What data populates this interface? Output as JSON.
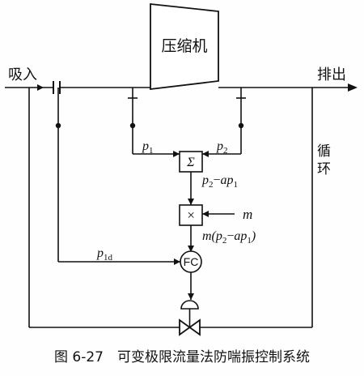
{
  "diagram": {
    "compressor_label": "压缩机",
    "inlet_label": "吸入",
    "outlet_label": "排出",
    "recycle_label_top": "循",
    "recycle_label_bottom": "环",
    "p1": "p1",
    "p2": "p2",
    "p1d": "p1d",
    "sum_symbol": "Σ",
    "mult_symbol": "×",
    "expr_sum": "p2−ap1",
    "m_label": "m",
    "expr_mult": "m(p2−ap1)",
    "fc_label": "FC"
  },
  "caption": "图 6-27　可变极限流量法防喘振控制系统"
}
